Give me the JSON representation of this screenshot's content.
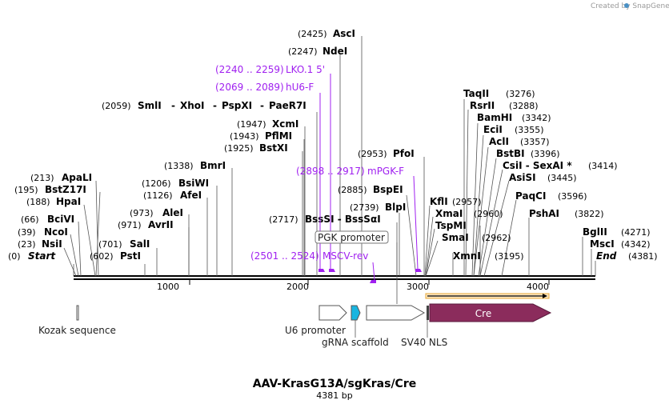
{
  "credit": "Created by SnapGene",
  "plasmid": {
    "name": "AAV-KrasG13A/sgKras/Cre",
    "length_label": "4381 bp",
    "length": 4381
  },
  "axis_ticks": [
    {
      "pos": 1000,
      "label": "1000"
    },
    {
      "pos": 2000,
      "label": "2000"
    },
    {
      "pos": 3000,
      "label": "3000"
    },
    {
      "pos": 4000,
      "label": "4000"
    }
  ],
  "sites": [
    {
      "name": "Start",
      "pos": "(0)",
      "bp": 0,
      "italic": true
    },
    {
      "name": "NsiI",
      "pos": "(23)",
      "bp": 23
    },
    {
      "name": "NcoI",
      "pos": "(39)",
      "bp": 39
    },
    {
      "name": "BciVI",
      "pos": "(66)",
      "bp": 66
    },
    {
      "name": "HpaI",
      "pos": "(188)",
      "bp": 188
    },
    {
      "name": "BstZ17I",
      "pos": "(195)",
      "bp": 195
    },
    {
      "name": "ApaLI",
      "pos": "(213)",
      "bp": 213
    },
    {
      "name": "PstI",
      "pos": "(602)",
      "bp": 602
    },
    {
      "name": "SalI",
      "pos": "(701)",
      "bp": 701
    },
    {
      "name": "AvrII",
      "pos": "(971)",
      "bp": 971
    },
    {
      "name": "AleI",
      "pos": "(973)",
      "bp": 973
    },
    {
      "name": "AfeI",
      "pos": "(1126)",
      "bp": 1126
    },
    {
      "name": "BsiWI",
      "pos": "(1206)",
      "bp": 1206
    },
    {
      "name": "BmrI",
      "pos": "(1338)",
      "bp": 1338
    },
    {
      "name": "BstXI",
      "pos": "(1925)",
      "bp": 1925
    },
    {
      "name": "PflMI",
      "pos": "(1943)",
      "bp": 1943
    },
    {
      "name": "XcmI",
      "pos": "(1947)",
      "bp": 1947
    },
    {
      "name": "NdeI",
      "pos": "(2247)",
      "bp": 2247
    },
    {
      "name": "AscI",
      "pos": "(2425)",
      "bp": 2425
    },
    {
      "name": "BssSI - BssSαI",
      "pos": "(2717)",
      "bp": 2717
    },
    {
      "name": "BlpI",
      "pos": "(2739)",
      "bp": 2739
    },
    {
      "name": "BspEI",
      "pos": "(2885)",
      "bp": 2885
    },
    {
      "name": "PfoI",
      "pos": "(2953)",
      "bp": 2953
    },
    {
      "name": "KflI",
      "pos": "(2957)",
      "bp": 2957
    },
    {
      "name": "XmaI",
      "pos": "(2960)",
      "bp": 2960
    },
    {
      "name": "TspMI",
      "pos": "",
      "bp": 2960
    },
    {
      "name": "SmaI",
      "pos": "(2962)",
      "bp": 2962
    },
    {
      "name": "XmnI",
      "pos": "(3195)",
      "bp": 3195
    },
    {
      "name": "TaqII",
      "pos": "(3276)",
      "bp": 3276
    },
    {
      "name": "RsrII",
      "pos": "(3288)",
      "bp": 3288
    },
    {
      "name": "BamHI",
      "pos": "(3342)",
      "bp": 3342
    },
    {
      "name": "EciI",
      "pos": "(3355)",
      "bp": 3355
    },
    {
      "name": "AclI",
      "pos": "(3357)",
      "bp": 3357
    },
    {
      "name": "BstBI",
      "pos": "(3396)",
      "bp": 3396
    },
    {
      "name": "CsiI - SexAI *",
      "pos": "(3414)",
      "bp": 3414
    },
    {
      "name": "AsiSI",
      "pos": "(3445)",
      "bp": 3445
    },
    {
      "name": "PaqCI",
      "pos": "(3596)",
      "bp": 3596
    },
    {
      "name": "PshAI",
      "pos": "(3822)",
      "bp": 3822
    },
    {
      "name": "BglII",
      "pos": "(4271)",
      "bp": 4271
    },
    {
      "name": "MscI",
      "pos": "(4342)",
      "bp": 4342
    },
    {
      "name": "End",
      "pos": "(4381)",
      "bp": 4381,
      "italic": true
    }
  ],
  "smli_group": {
    "pos": "(2059)",
    "names": [
      "SmlI",
      "XhoI",
      "PspXI",
      "PaeR7I"
    ],
    "bp": 2059
  },
  "primers": [
    {
      "pos": "(2240 .. 2259)",
      "name": "LKO.1 5'",
      "start": 2240,
      "end": 2259
    },
    {
      "pos": "(2069 .. 2089)",
      "name": "hU6-F",
      "start": 2069,
      "end": 2089
    },
    {
      "pos": "(2898 .. 2917)",
      "name": "mPGK-F",
      "start": 2898,
      "end": 2917
    },
    {
      "pos": "(2501 .. 2524)",
      "name": "MSCV-rev",
      "start": 2501,
      "end": 2524
    }
  ],
  "features": [
    {
      "name": "PGK promoter",
      "type": "box-label"
    },
    {
      "name": "Kozak sequence"
    },
    {
      "name": "U6 promoter"
    },
    {
      "name": "gRNA scaffold"
    },
    {
      "name": "SV40 NLS"
    },
    {
      "name": "Cre"
    }
  ],
  "colors": {
    "primer": "#a020f0",
    "cre": "#8b2c5c",
    "scaffold": "#19b5e0",
    "orf_bar": "#e8a838"
  }
}
